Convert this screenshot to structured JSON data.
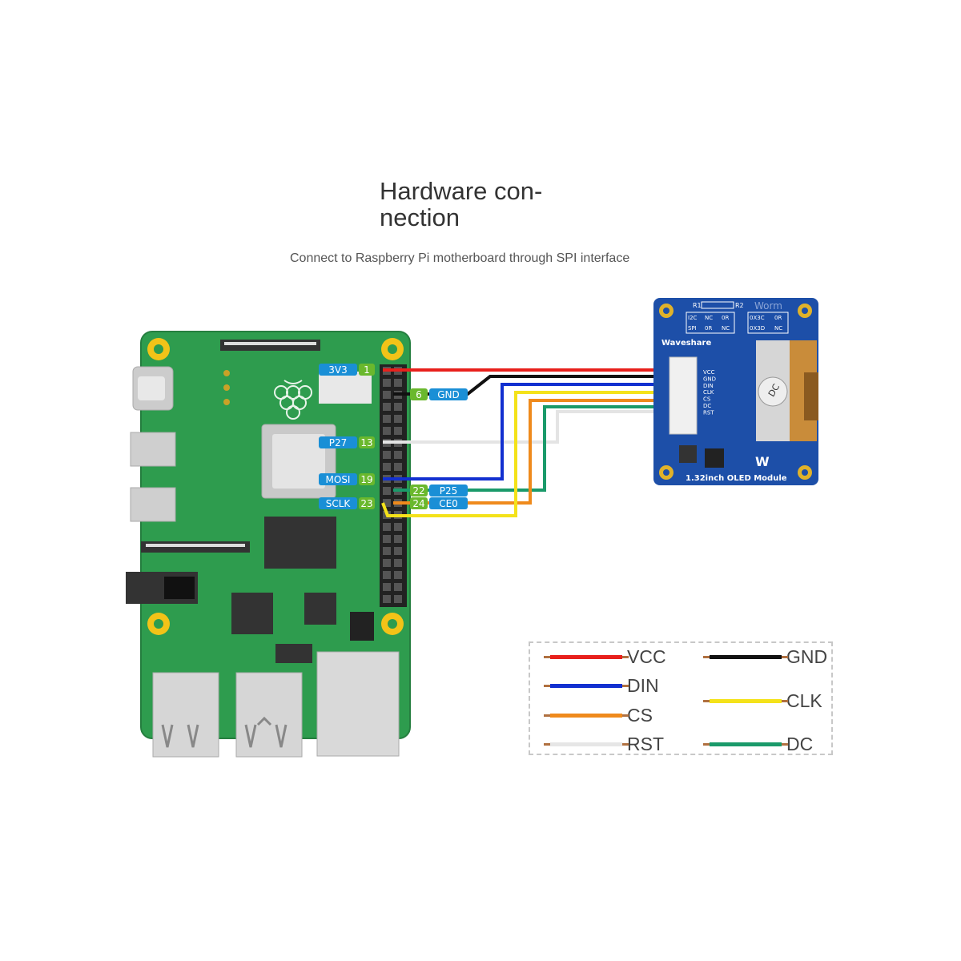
{
  "title": {
    "line1": "Hardware con-",
    "line2": "nection"
  },
  "subtitle": "Connect to Raspberry Pi motherboard through SPI interface",
  "pi_pins": [
    {
      "name": "3V3",
      "num": "1",
      "wire": "VCC"
    },
    {
      "name": "GND",
      "num": "6",
      "wire": "GND"
    },
    {
      "name": "P27",
      "num": "13",
      "wire": "RST"
    },
    {
      "name": "MOSI",
      "num": "19",
      "wire": "DIN"
    },
    {
      "name": "P25",
      "num": "22",
      "wire": "DC"
    },
    {
      "name": "SCLK",
      "num": "23",
      "wire": "CLK"
    },
    {
      "name": "CE0",
      "num": "24",
      "wire": "CS"
    }
  ],
  "module": {
    "brand": "Waveshare",
    "name": "1.32inch OLED Module",
    "faint_text": "Worm",
    "pins": [
      "VCC",
      "GND",
      "DIN",
      "CLK",
      "CS",
      "DC",
      "RST"
    ],
    "jumper_left": {
      "header": [
        "R1",
        "R2"
      ],
      "rows": [
        [
          "I2C",
          "NC",
          "0R"
        ],
        [
          "SPI",
          "0R",
          "NC"
        ]
      ]
    },
    "jumper_right": {
      "rows": [
        [
          "0X3C",
          "0R"
        ],
        [
          "0X3D",
          "NC"
        ]
      ]
    },
    "badge": "DC"
  },
  "legend": [
    {
      "label": "VCC",
      "color": "#e8201c"
    },
    {
      "label": "GND",
      "color": "#111111"
    },
    {
      "label": "DIN",
      "color": "#1230d0"
    },
    {
      "label": "CLK",
      "color": "#f4e21a"
    },
    {
      "label": "CS",
      "color": "#ef8a1c"
    },
    {
      "label": "RST",
      "color": "#e6e6e6"
    },
    {
      "label": "DC",
      "color": "#1a9a6a"
    }
  ],
  "colors": {
    "board_green": "#2e9c4e",
    "module_blue": "#1d4fa8",
    "pin_label_blue": "#1a8fd6",
    "pin_num_green": "#6ab82d"
  }
}
